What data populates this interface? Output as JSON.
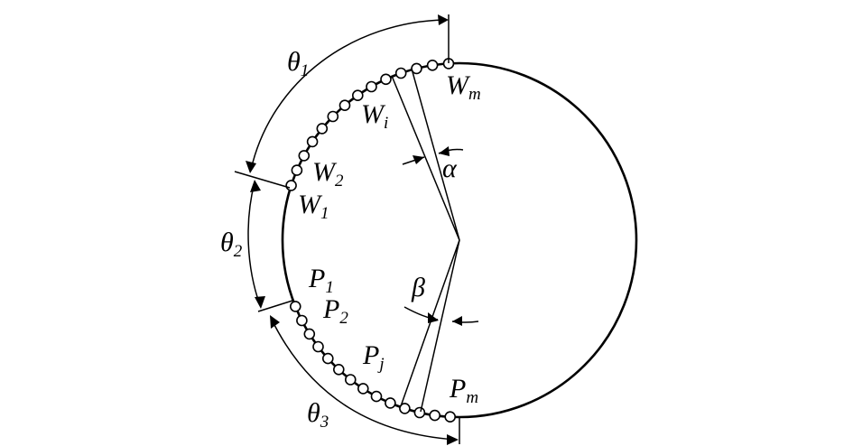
{
  "diagram": {
    "colors": {
      "stroke": "#000000",
      "background": "#ffffff"
    },
    "labels": {
      "theta1": {
        "base": "θ",
        "sub": "1"
      },
      "theta2": {
        "base": "θ",
        "sub": "2"
      },
      "theta3": {
        "base": "θ",
        "sub": "3"
      },
      "alpha": {
        "base": "α",
        "sub": ""
      },
      "beta": {
        "base": "β",
        "sub": ""
      },
      "w_m": {
        "base": "W",
        "sub": "m"
      },
      "w_i": {
        "base": "W",
        "sub": "i"
      },
      "w_2": {
        "base": "W",
        "sub": "2"
      },
      "w_1": {
        "base": "W",
        "sub": "1"
      },
      "p_1": {
        "base": "P",
        "sub": "1"
      },
      "p_2": {
        "base": "P",
        "sub": "2"
      },
      "p_j": {
        "base": "P",
        "sub": "j"
      },
      "p_m": {
        "base": "P",
        "sub": "m"
      }
    }
  }
}
